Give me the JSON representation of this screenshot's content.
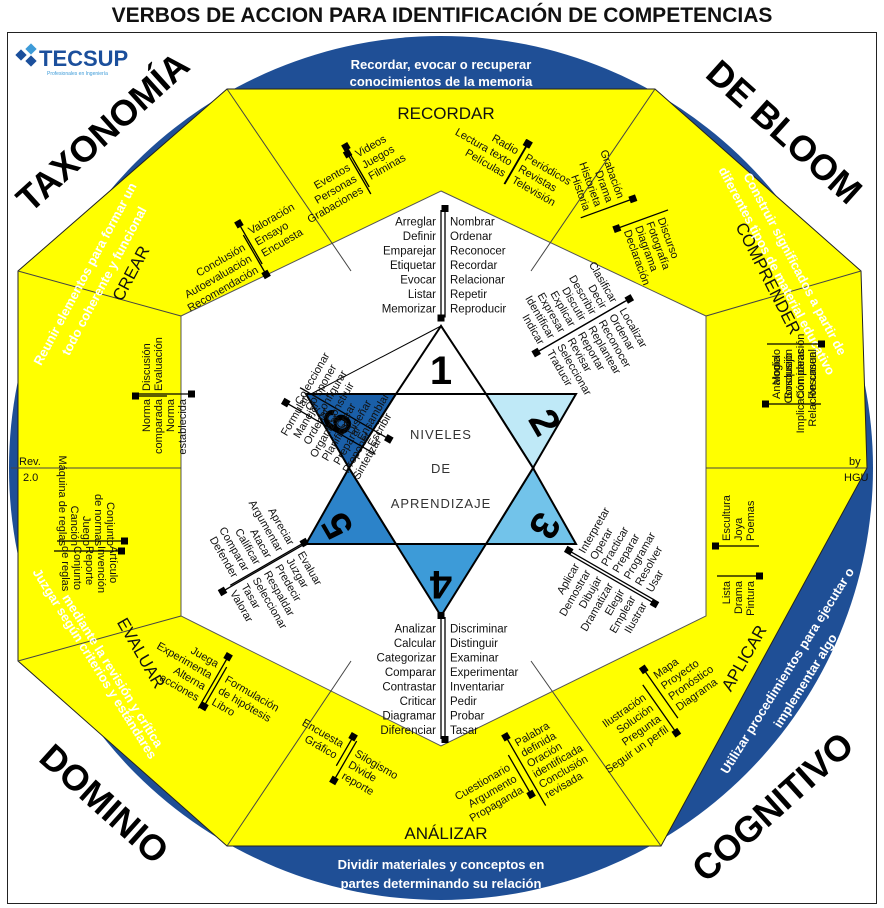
{
  "title": "VERBOS DE ACCION PARA IDENTIFICACIÓN DE COMPETENCIAS",
  "logo": {
    "name": "TECSUP",
    "tagline": "Profesionales en Ingeniería",
    "color": "#1b4f9c"
  },
  "colors": {
    "ring": "#1f4f96",
    "octagon": "#ffff00",
    "center": "#ffffff",
    "tri_dark": "#1a5fa8",
    "tri_mid": "#3d9bd8",
    "tri_light": "#bfe9f7"
  },
  "corner_labels": {
    "tl": "TAXONOMÍA",
    "tr": "DE BLOOM",
    "bl": "DOMINIO",
    "br": "COGNITIVO"
  },
  "edge_notes": {
    "rev": "Rev.",
    "rev_num": "2.0",
    "by": "by",
    "by_name": "HGU"
  },
  "ring_texts": {
    "top_1": "Recordar, evocar o recuperar",
    "top_2": "conocimientos de la memoria",
    "bottom_1": "Dividir materiales y conceptos en",
    "bottom_2": "partes determinando su relación",
    "upper_left_1": "Reunir elementos para formar un",
    "upper_left_2": "todo coherente y funcional",
    "upper_right_1": "Construir significados a partir de",
    "upper_right_2": "diferentes tipos de material educativo",
    "lower_left_1": "Juzgar según criterios y estándares",
    "lower_left_2": "mediante la revisión y crítica",
    "lower_right_1": "Utilizar procedimientos para ejecutar o",
    "lower_right_2": "implementar algo"
  },
  "sections": {
    "recordar": "RECORDAR",
    "comprender": "COMPRENDER",
    "aplicar": "APLICAR",
    "analizar": "ANÁLIZAR",
    "evaluar": "EVALUAR",
    "crear": "CREAR"
  },
  "center": {
    "l1": "NIVELES",
    "l2": "DE",
    "l3": "APRENDIZAJE"
  },
  "levels": [
    "1",
    "2",
    "3",
    "4",
    "5",
    "6"
  ],
  "verbs": {
    "recordar_left": [
      "Arreglar",
      "Definir",
      "Emparejar",
      "Etiquetar",
      "Evocar",
      "Listar",
      "Memorizar"
    ],
    "recordar_right": [
      "Nombrar",
      "Ordenar",
      "Reconocer",
      "Recordar",
      "Relacionar",
      "Repetir",
      "Reproducir"
    ],
    "analizar_left": [
      "Analizar",
      "Calcular",
      "Categorizar",
      "Comparar",
      "Contrastar",
      "Criticar",
      "Diagramar",
      "Diferenciar"
    ],
    "analizar_right": [
      "Discriminar",
      "Distinguir",
      "Examinar",
      "Experimentar",
      "Inventariar",
      "Pedir",
      "Probar",
      "Tasar"
    ],
    "comprender_a": [
      "Clasificar",
      "Decir",
      "Describir",
      "Discutir",
      "Explicar",
      "Expresar",
      "Identificar",
      "Indicar"
    ],
    "comprender_b": [
      "Localizar",
      "Ordenar",
      "Reconocer",
      "Replantear",
      "Reportar",
      "Revisar",
      "Seleccionar",
      "Traducir"
    ],
    "aplicar_a": [
      "Interpretar",
      "Operar",
      "Practicar",
      "Preparar",
      "Programar",
      "Resolver",
      "Usar"
    ],
    "aplicar_b": [
      "Aplicar",
      "Demostrar",
      "Dibujar",
      "Dramatizar",
      "Elegir",
      "Emplear",
      "Ilustrar"
    ],
    "crear_a": [
      "Formular",
      "Manejar",
      "Ordenar",
      "Organizar",
      "Planificar",
      "Preparar",
      "Proponer",
      "Sintetizar"
    ],
    "crear_b": [
      "Coleccionar",
      "Componer",
      "Configurar",
      "Construir",
      "Crear",
      "Diseñar",
      "Ensamblar",
      "Escribir"
    ],
    "evaluar_a": [
      "Apreciar",
      "Argumentar",
      "Atacar",
      "Calificar",
      "Comparar",
      "Defender"
    ],
    "evaluar_b": [
      "Evaluar",
      "Juzgar",
      "Predecir",
      "Respaldar",
      "Seleccionar",
      "Tasar",
      "Valorar"
    ]
  },
  "products": {
    "rec_a": [
      "Eventos",
      "Personas",
      "Grabaciones"
    ],
    "rec_b": [
      "Videos",
      "Juegos",
      "Filminas"
    ],
    "rec_c": [
      "Radio",
      "Lectura texto",
      "Películas"
    ],
    "rec_d": [
      "Periódicos",
      "Revistas",
      "Televisión"
    ],
    "com_a": [
      "Grabación",
      "Drama",
      "Historieta",
      "Historia"
    ],
    "com_b": [
      "Discurso",
      "Fotografía",
      "Diagrama",
      "Declaración"
    ],
    "com_c": [
      "Modelo",
      "Conclusión",
      "Implicación ideas",
      "Relación casual"
    ],
    "com_d": [
      "Analogía",
      "Bosquejo",
      "Comparación",
      "Resumen"
    ],
    "apl_a": [
      "Escultura",
      "Joya",
      "Poemas"
    ],
    "apl_b": [
      "Lista",
      "Drama",
      "Pintura"
    ],
    "apl_c": [
      "Mapa",
      "Proyecto",
      "Pronóstico",
      "Diagrama"
    ],
    "apl_d": [
      "Ilustración",
      "Solución",
      "Pregunta",
      "Seguir un perfil"
    ],
    "ana_a": [
      "Palabra",
      "definida",
      "Oración",
      "identificada",
      "Conclusión",
      "revisada"
    ],
    "ana_b": [
      "Cuestionario",
      "Argumento",
      "Propaganda"
    ],
    "ana_c": [
      "Encuesta",
      "Gráfico"
    ],
    "ana_d": [
      "Silogismo",
      "Divide",
      "reporte"
    ],
    "eva_a": [
      "Juega",
      "Experimenta",
      "Alterna",
      "acciones"
    ],
    "eva_b": [
      "Formulación",
      "de hipótesis",
      "Libro"
    ],
    "eva_c": [
      "Conjunto",
      "de normas",
      "Juego",
      "Canción",
      "Máquina de reglas"
    ],
    "eva_d": [
      "Artículo",
      "Invención",
      "Reporte",
      "Conjunto",
      "de reglas"
    ],
    "cre_a": [
      "Conclusión",
      "Autoevaluación",
      "Recomendación"
    ],
    "cre_b": [
      "Valoración",
      "Ensayo",
      "Encuesta"
    ],
    "cre_c": [
      "Discusión",
      "Evaluación"
    ],
    "cre_d": [
      "Norma",
      "comparada",
      "Norma",
      "establecida"
    ]
  }
}
